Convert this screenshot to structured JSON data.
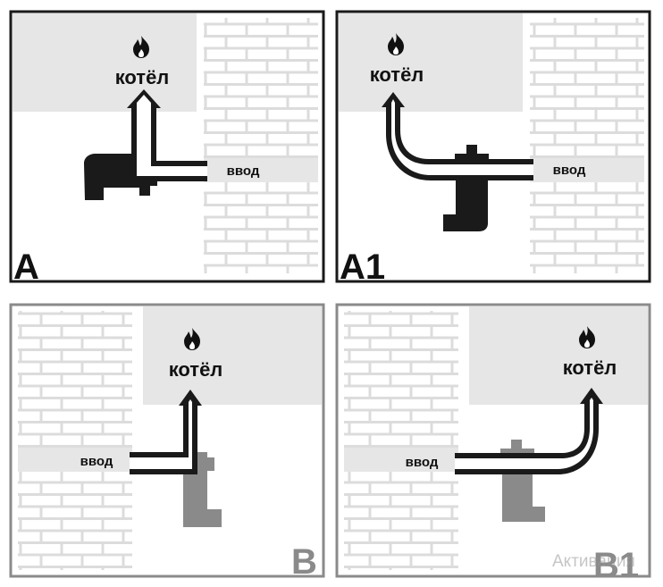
{
  "labels": {
    "boiler": "котёл",
    "inlet": "ввод",
    "watermark": "Активация"
  },
  "panels": [
    {
      "letter": "A"
    },
    {
      "letter": "A1"
    },
    {
      "letter": "B"
    },
    {
      "letter": "B1"
    }
  ],
  "colors": {
    "frame_dark": "#1a1a1a",
    "frame_light": "#8a8a8a",
    "room_gray": "#e6e6e6",
    "brick_mortar": "#dcdcdc",
    "fixture_dark": "#1a1a1a",
    "fixture_gray": "#8a8a8a",
    "flame": "#111111"
  },
  "icons": [
    "flame-icon"
  ]
}
